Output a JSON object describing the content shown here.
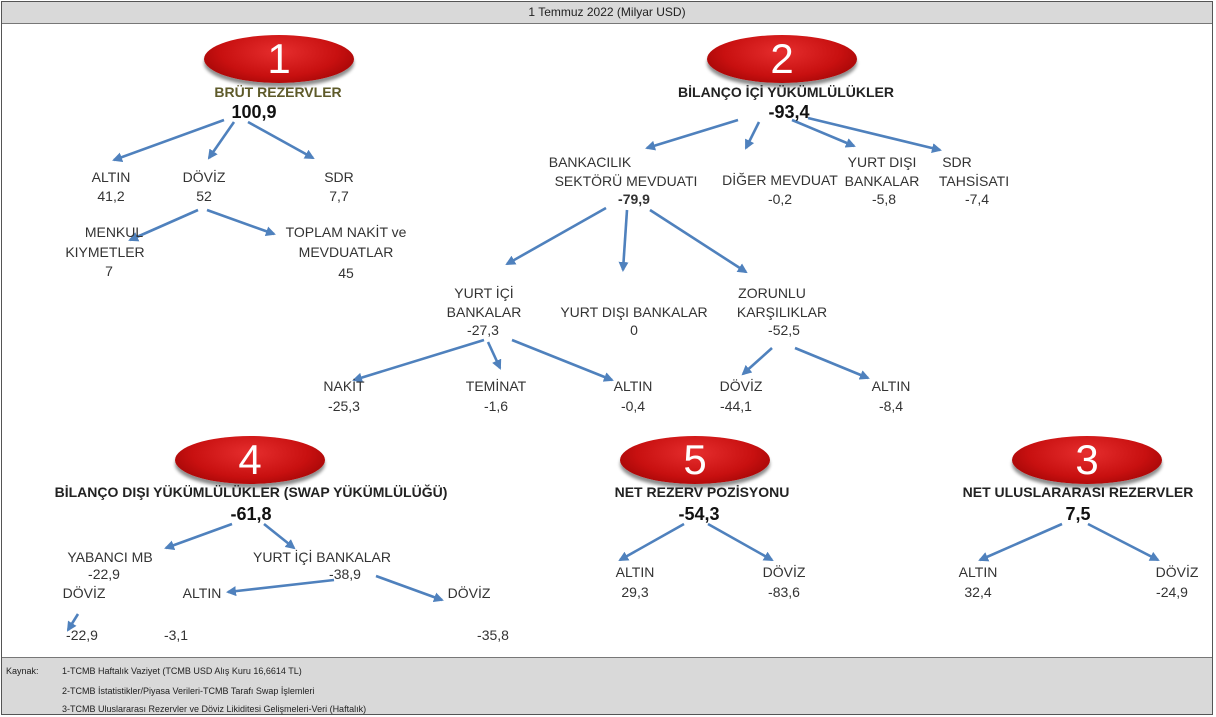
{
  "header": "1 Temmuz 2022 (Milyar USD)",
  "badges": {
    "b1": "1",
    "b2": "2",
    "b3": "3",
    "b4": "4",
    "b5": "5"
  },
  "n1": {
    "title": "BRÜT REZERVLER",
    "value": "100,9",
    "altin": {
      "label": "ALTIN",
      "value": "41,2"
    },
    "doviz": {
      "label": "DÖVİZ",
      "value": "52"
    },
    "sdr": {
      "label": "SDR",
      "value": "7,7"
    },
    "menkul": {
      "label1": "MENKUL",
      "label2": "KIYMETLER",
      "value": "7"
    },
    "toplam": {
      "label1": "TOPLAM NAKİT ve",
      "label2": "MEVDUATLAR",
      "value": "45"
    }
  },
  "n2": {
    "title": "BİLANÇO İÇİ YÜKÜMLÜLÜKLER",
    "value": "-93,4",
    "bankacilik": {
      "label1": "BANKACILIK",
      "label2": "SEKTÖRÜ MEVDUATI",
      "value": "-79,9"
    },
    "diger": {
      "label": "DİĞER MEVDUAT",
      "value": "-0,2"
    },
    "yurtdisi": {
      "label1": "YURT DIŞI",
      "label2": "BANKALAR",
      "value": "-5,8"
    },
    "sdrt": {
      "label1": "SDR",
      "label2": "TAHSİSATI",
      "value": "-7,4"
    },
    "yurtici": {
      "label1": "YURT İÇİ",
      "label2": "BANKALAR",
      "value": "-27,3"
    },
    "yurtdisibank": {
      "label": "YURT DIŞI BANKALAR",
      "value": "0"
    },
    "zorunlu": {
      "label1": "ZORUNLU",
      "label2": "KARŞILIKLAR",
      "value": "-52,5"
    },
    "nakit": {
      "label": "NAKİT",
      "value": "-25,3"
    },
    "teminat": {
      "label": "TEMİNAT",
      "value": "-1,6"
    },
    "altin": {
      "label": "ALTIN",
      "value": "-0,4"
    },
    "doviz": {
      "label": "DÖVİZ",
      "value": "-44,1"
    },
    "zaltin": {
      "label": "ALTIN",
      "value": "-8,4"
    }
  },
  "n4": {
    "title": "BİLANÇO DIŞI  YÜKÜMLÜLÜKLER (SWAP YÜKÜMLÜLÜĞÜ)",
    "value": "-61,8",
    "yabanci": {
      "label": "YABANCI MB",
      "value": "-22,9"
    },
    "ydoviz": {
      "label": "DÖVİZ",
      "value": "-22,9"
    },
    "yurtici": {
      "label": "YURT İÇİ BANKALAR",
      "value": "-38,9"
    },
    "altin": {
      "label": "ALTIN",
      "value": "-3,1"
    },
    "doviz": {
      "label": "DÖVİZ",
      "value": "-35,8"
    }
  },
  "n5": {
    "title": "NET REZERV POZİSYONU",
    "value": "-54,3",
    "altin": {
      "label": "ALTIN",
      "value": "29,3"
    },
    "doviz": {
      "label": "DÖVİZ",
      "value": "-83,6"
    }
  },
  "n3": {
    "title": "NET ULUSLARARASI REZERVLER",
    "value": "7,5",
    "altin": {
      "label": "ALTIN",
      "value": "32,4"
    },
    "doviz": {
      "label": "DÖVİZ",
      "value": "-24,9"
    }
  },
  "footer": {
    "label": "Kaynak:",
    "s1": "1-TCMB Haftalık Vaziyet (TCMB USD Alış Kuru 16,6614 TL)",
    "s2": "2-TCMB İstatistikler/Piyasa Verileri-TCMB Tarafı Swap İşlemleri",
    "s3": "3-TCMB Uluslararası Rezervler ve Döviz Likiditesi Gelişmeleri-Veri (Haftalık)"
  },
  "colors": {
    "arrow": "#4f81bd",
    "badge": "#c81010",
    "header_bg": "#d9d9d9"
  }
}
